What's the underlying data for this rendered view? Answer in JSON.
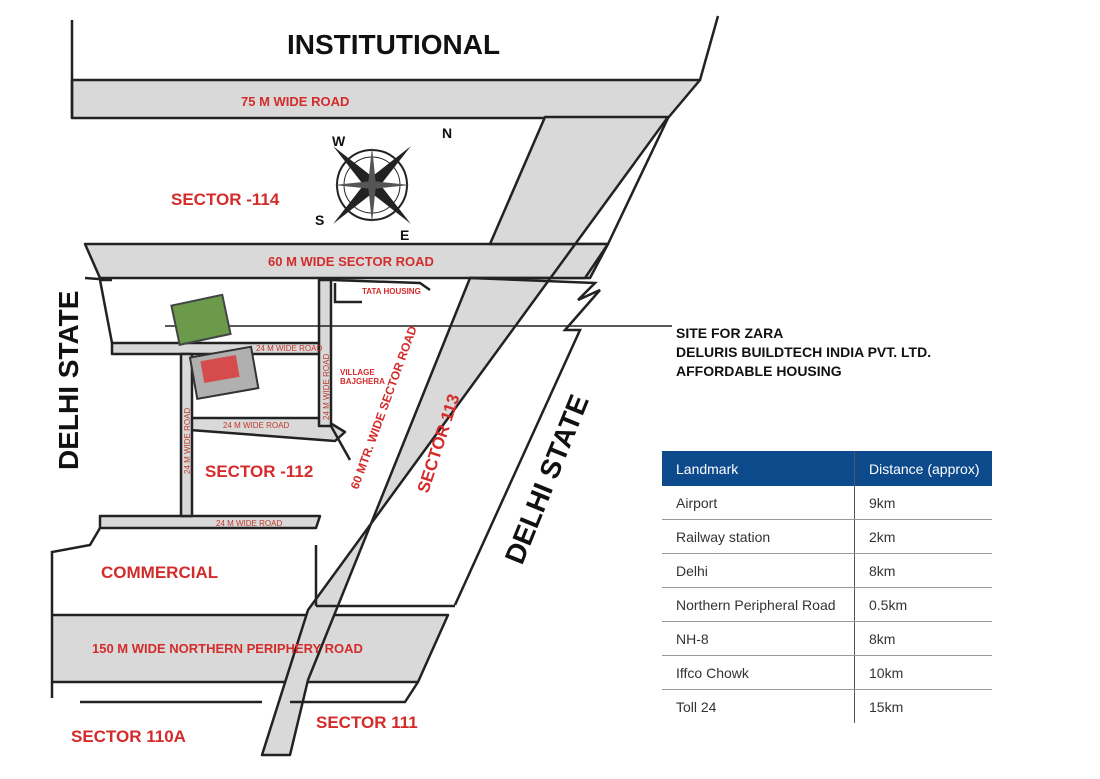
{
  "map": {
    "top_label": "INSTITUTIONAL",
    "left_state": "DELHI STATE",
    "right_state": "DELHI STATE",
    "roads": {
      "r75": "75 M WIDE ROAD",
      "r60": "60 M  WIDE  SECTOR ROAD",
      "r150": "150 M  WIDE  NORTHERN PERIPHERY ROAD",
      "diag60": "60 MTR. WIDE  SECTOR ROAD",
      "r24a": "24 M WIDE ROAD",
      "r24b": "24 M WIDE ROAD",
      "r24c": "24 M WIDE ROAD",
      "r24v1": "24 M WIDE ROAD",
      "r24v2": "24 M WIDE ROAD"
    },
    "sectors": {
      "s114": "SECTOR -114",
      "s112": "SECTOR -112",
      "s113": "SECTOR 113",
      "commercial": "COMMERCIAL",
      "s110a": "SECTOR  110A",
      "s111": "SECTOR  111"
    },
    "places": {
      "tata": "TATA HOUSING",
      "village1": "VILLAGE",
      "village2": "BAJGHERA"
    },
    "compass": {
      "n": "N",
      "s": "S",
      "e": "E",
      "w": "W"
    },
    "site": {
      "line1": "SITE FOR ZARA",
      "line2": "DELURIS BUILDTECH INDIA PVT. LTD.",
      "line3": "AFFORDABLE HOUSING"
    }
  },
  "table": {
    "headers": {
      "landmark": "Landmark",
      "distance": "Distance (approx)"
    },
    "rows": [
      {
        "landmark": "Airport",
        "distance": "9km"
      },
      {
        "landmark": "Railway station",
        "distance": "2km"
      },
      {
        "landmark": "Delhi",
        "distance": "8km"
      },
      {
        "landmark": "Northern Peripheral Road",
        "distance": "0.5km"
      },
      {
        "landmark": "NH-8",
        "distance": "8km"
      },
      {
        "landmark": "Iffco Chowk",
        "distance": "10km"
      },
      {
        "landmark": "Toll 24",
        "distance": "15km"
      }
    ]
  },
  "colors": {
    "road": "#d9d9d9",
    "header": "#0c4a8c",
    "label_red": "#d42b2b"
  }
}
